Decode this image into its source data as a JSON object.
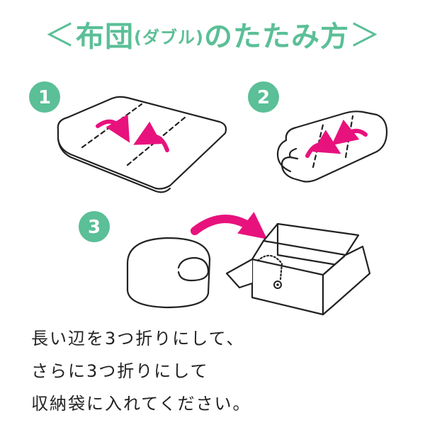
{
  "title": {
    "left_bracket": "＜",
    "main_1": "布団",
    "paren_open": "(",
    "sub": "ダブル",
    "paren_close": ")",
    "main_2": "のたたみ方",
    "right_bracket": "＞"
  },
  "steps": [
    {
      "number": "1"
    },
    {
      "number": "2"
    },
    {
      "number": "3"
    }
  ],
  "instructions": [
    "長い辺を3つ折りにして、",
    "さらに3つ折りにして",
    "収納袋に入れてください。"
  ],
  "colors": {
    "accent_green": "#5bbf97",
    "arrow_pink": "#e8127d",
    "line_black": "#222222"
  }
}
